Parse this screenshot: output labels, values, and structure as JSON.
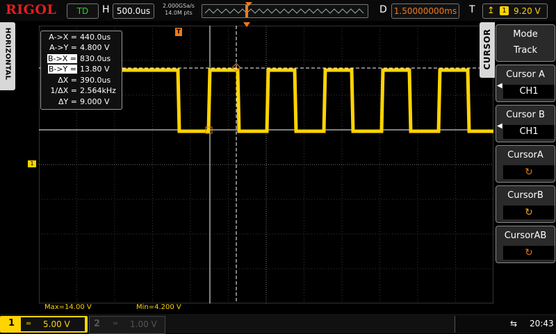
{
  "header": {
    "brand": "RIGOL",
    "run_state": "TD",
    "horizontal_label": "H",
    "timebase": "500.0us",
    "sample_rate": "2.000GSa/s",
    "memory_depth": "14.0M pts",
    "delay_label": "D",
    "delay": "1.50000000ms",
    "trigger_label": "T",
    "trigger_channel": "1",
    "trigger_level": "9.20 V"
  },
  "left_tab": "HORIZONTAL",
  "readout": [
    {
      "key": "A->X =",
      "value": "440.0us",
      "highlight": false
    },
    {
      "key": "A->Y =",
      "value": "4.800 V",
      "highlight": false
    },
    {
      "key": "B->X =",
      "value": "830.0us",
      "highlight": true
    },
    {
      "key": "B->Y =",
      "value": "13.80 V",
      "highlight": true
    },
    {
      "key": "ΔX =",
      "value": "390.0us",
      "highlight": false
    },
    {
      "key": "1/ΔX =",
      "value": "2.564kHz",
      "highlight": false
    },
    {
      "key": "ΔY =",
      "value": "9.000 V",
      "highlight": false
    }
  ],
  "menu": {
    "title": "CURSOR",
    "items": [
      {
        "title": "Mode",
        "value": "Track"
      },
      {
        "title": "Cursor A",
        "value": "CH1"
      },
      {
        "title": "Cursor B",
        "value": "CH1"
      },
      {
        "title": "CursorA",
        "value": "↻"
      },
      {
        "title": "CursorB",
        "value": "↻"
      },
      {
        "title": "CursorAB",
        "value": "↻"
      }
    ]
  },
  "measurements": {
    "max": "Max=14.00 V",
    "min": "Min=4.200 V"
  },
  "channels": {
    "ch1": {
      "number": "1",
      "scale": "5.00 V"
    },
    "ch2": {
      "number": "2",
      "scale": "1.00 V"
    }
  },
  "status": {
    "usb_icon": "usb-icon",
    "time": "20:43"
  },
  "colors": {
    "ch1": "#ffd400",
    "accent": "#f07a1a",
    "brand": "#e81c1c"
  }
}
